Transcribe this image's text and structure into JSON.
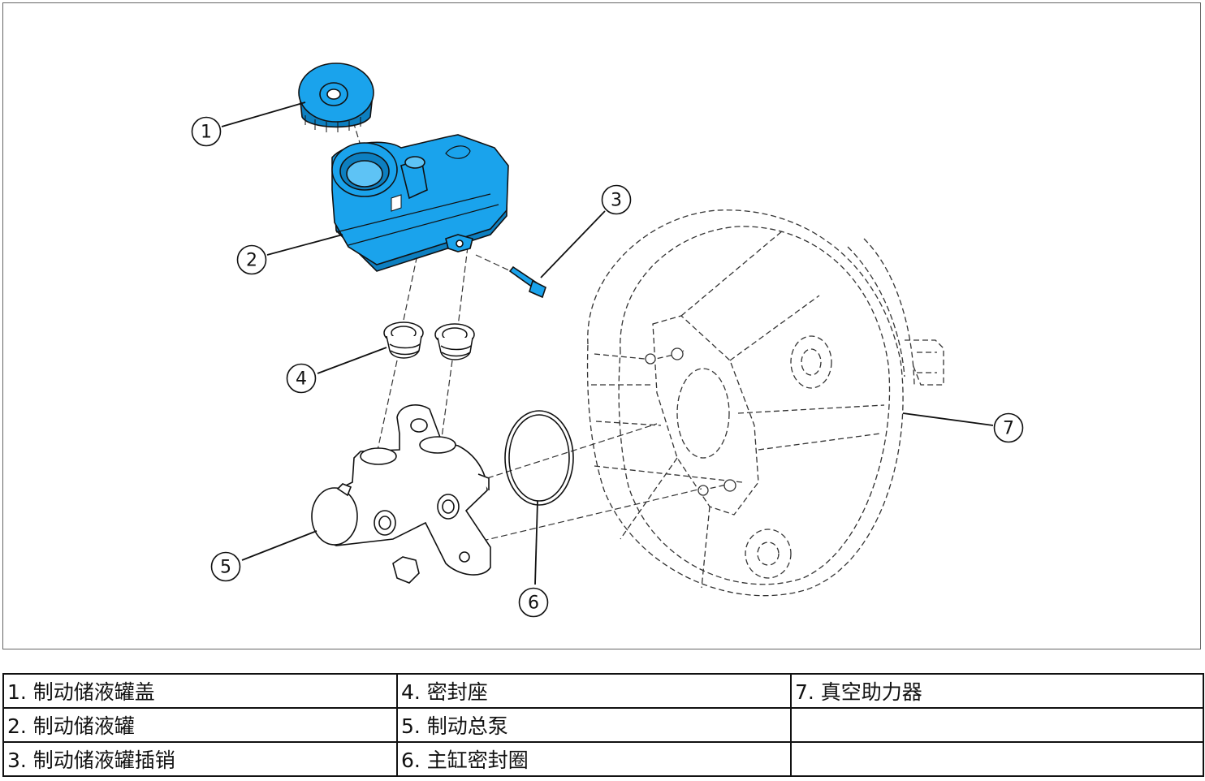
{
  "diagram": {
    "callouts": [
      "1",
      "2",
      "3",
      "4",
      "5",
      "6",
      "7"
    ],
    "colors": {
      "highlight": "#1aa3ec",
      "highlight_dark": "#0d7fc0",
      "line": "#111111",
      "dashed": "#333333"
    }
  },
  "legend": {
    "rows": [
      [
        "1. 制动储液罐盖",
        "4. 密封座",
        "7. 真空助力器"
      ],
      [
        "2. 制动储液罐",
        "5. 制动总泵",
        ""
      ],
      [
        "3. 制动储液罐插销",
        "6. 主缸密封圈",
        ""
      ]
    ]
  }
}
